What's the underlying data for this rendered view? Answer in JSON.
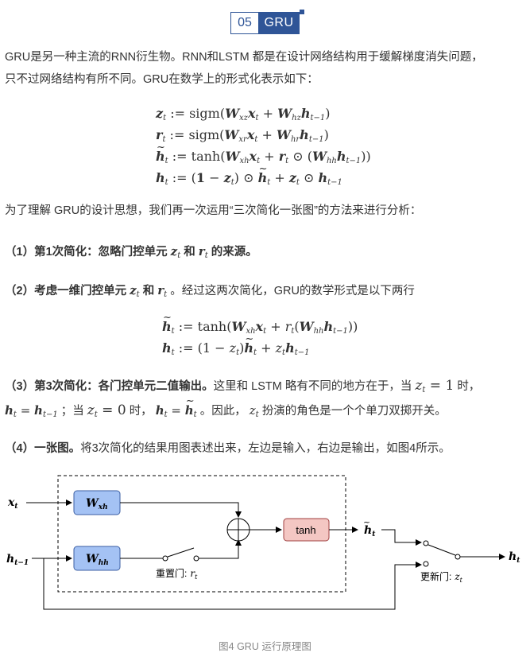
{
  "badge": {
    "number": "05",
    "title": "GRU"
  },
  "intro": {
    "line1": "GRU是另一种主流的RNN衍生物。RNN和LSTM 都是在设计网络结构用于缓解梯度消失问题，",
    "line2": "只不过网络结构有所不同。GRU在数学上的形式化表示如下："
  },
  "equations_block1": [
    "z_t := sigm(W_xz x_t + W_hz h_{t-1})",
    "r_t := sigm(W_xr x_t + W_hr h_{t-1})",
    "h̃_t := tanh(W_xh x_t + r_t ⊙ (W_hh h_{t-1}))",
    "h_t := (1 − z_t) ⊙ h̃_t + z_t ⊙ h_{t-1}"
  ],
  "lead": "为了理解 GRU的设计思想，我们再一次运用“三次简化一张图”的方法来进行分析：",
  "step1": {
    "label": "（1）第1次简化：忽略门控单元",
    "and": "和",
    "tail": "的来源。"
  },
  "step2": {
    "label": "（2）考虑一维门控单元",
    "and": "和",
    "tail": "。经过这两次简化，GRU的数学形式是以下两行"
  },
  "equations_block2": [
    "h̃_t := tanh(W_xh x_t + r_t(W_hh h_{t-1}))",
    "h_t := (1 − z_t) h̃_t + z_t h_{t-1}"
  ],
  "step3": {
    "label": "（3）第3次简化：各门控单元二值输出。",
    "text_a": "这里和 LSTM 略有不同的地方在于，当",
    "text_b": "时，",
    "text_c": "；当",
    "text_d": "时，",
    "text_e": "。因此，",
    "text_f": "扮演的角色是一个个单刀双掷开关。"
  },
  "step4": {
    "label": "（4）一张图。",
    "text": "将3次简化的结果用图表述出来，左边是输入，右边是输出，如图4所示。"
  },
  "diagram": {
    "input_x": "x",
    "input_h": "h",
    "box_wxh": "W",
    "box_whh": "W",
    "tanh": "tanh",
    "reset_gate": "重置门:",
    "update_gate": "更新门:",
    "output": "h"
  },
  "caption": "图4  GRU 运行原理图",
  "colors": {
    "accent": "#2f5597",
    "weight_box": "#a4c2f4",
    "tanh_box": "#f4c7c3"
  }
}
